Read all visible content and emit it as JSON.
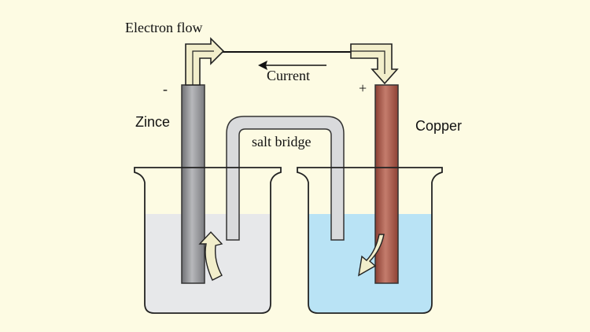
{
  "labels": {
    "electron_flow": "Electron flow",
    "current": "Current",
    "minus": "-",
    "plus": "+",
    "left_electrode": "Zince",
    "right_electrode": "Copper",
    "salt_bridge": "salt bridge"
  },
  "colors": {
    "background": "#fdfbe3",
    "zinc": "#8e8f93",
    "copper": "#a85a4c",
    "left_solution": "#e7e8ea",
    "right_solution": "#b9e3f5",
    "salt_bridge": "#d9dadc",
    "arrow_fill": "#f2eecb"
  }
}
